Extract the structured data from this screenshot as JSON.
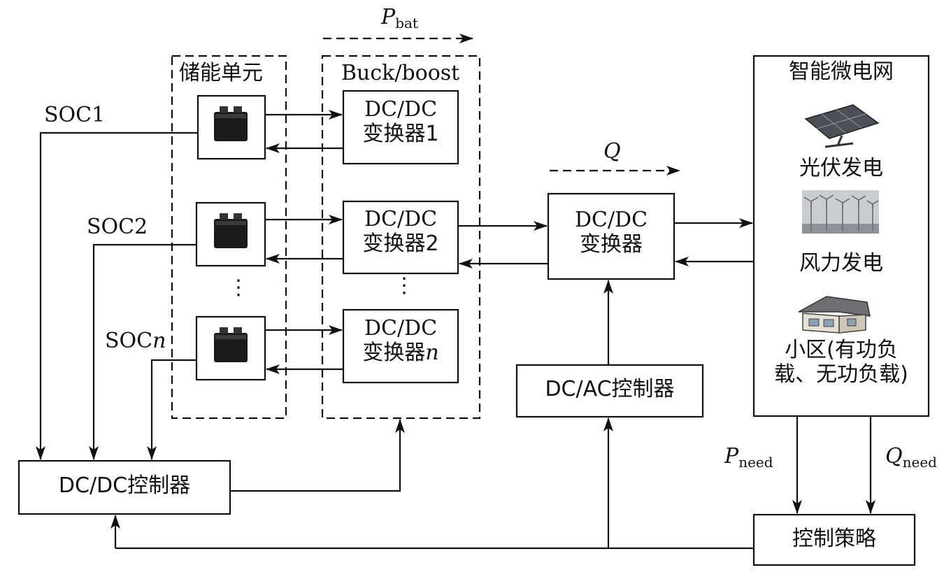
{
  "storage_group": {
    "title": "储能单元",
    "dots": "⋮"
  },
  "converter_group": {
    "title": "Buck/boost",
    "dots": "⋮"
  },
  "flows": {
    "p_bat_main": "P",
    "p_bat_sub": "bat",
    "q": "Q",
    "p_need_main": "P",
    "p_need_sub": "need",
    "q_need_main": "Q",
    "q_need_sub": "need"
  },
  "soc_labels": [
    "SOC1",
    "SOC2",
    "SOC"
  ],
  "soc_n_suffix": "n",
  "converters": [
    {
      "line1": "DC/DC",
      "line2": "变换器1"
    },
    {
      "line1": "DC/DC",
      "line2": "变换器2"
    },
    {
      "line1": "DC/DC",
      "line2": "变换器",
      "suffix": "n"
    }
  ],
  "main_converter": {
    "line1": "DC/DC",
    "line2": "变换器"
  },
  "dcac_controller": "DC/AC控制器",
  "dcdc_controller": "DC/DC控制器",
  "control_strategy": "控制策略",
  "microgrid": {
    "title": "智能微电网",
    "pv": "光伏发电",
    "wind": "风力发电",
    "load_line1": "小区(有功负",
    "load_line2": "载、无功负载)",
    "icons": [
      "solar-panel-icon",
      "wind-turbine-icon",
      "house-icon"
    ]
  }
}
